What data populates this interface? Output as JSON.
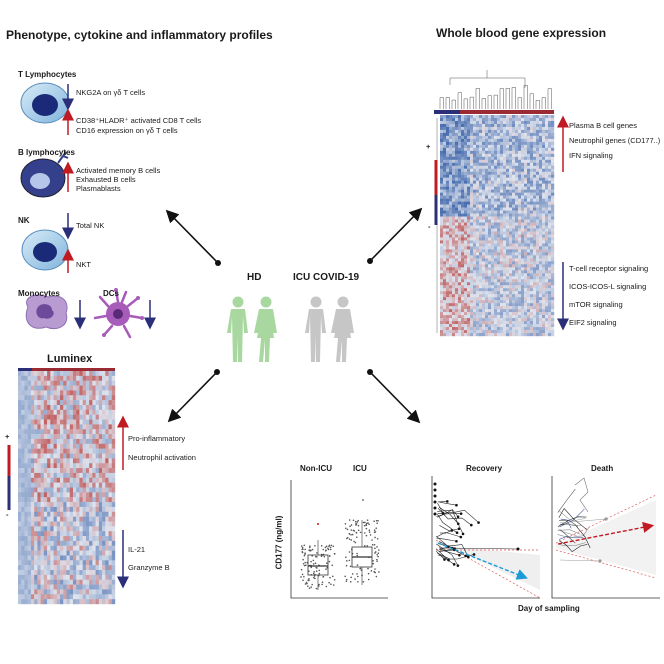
{
  "left_title": "Phenotype, cytokine and inflammatory profiles",
  "right_title": "Whole blood gene expression",
  "t_cells": {
    "heading": "T Lymphocytes",
    "down": [
      "NKG2A on γδ T cells"
    ],
    "up": [
      "CD38⁺HLADR⁺ activated CD8 T cells",
      "CD16 expression on γδ T cells"
    ]
  },
  "b_cells": {
    "heading": "B lymphocytes",
    "up": [
      "Activated memory B cells",
      "Exhausted B cells",
      "Plasmablasts"
    ]
  },
  "nk": {
    "heading": "NK",
    "down": [
      "Total NK"
    ],
    "up": [
      "NKT"
    ]
  },
  "monocytes": {
    "heading": "Monocytes"
  },
  "dcs": {
    "heading": "DCs"
  },
  "center": {
    "hd_label": "HD",
    "icu_label": "ICU COVID-19"
  },
  "luminex": {
    "title": "Luminex",
    "plus": "+",
    "minus": "-",
    "up": [
      "Pro-inflammatory",
      "Neutrophil activation"
    ],
    "down": [
      "IL-21",
      "Granzyme B"
    ]
  },
  "gene_expression": {
    "plus": "+",
    "minus": "-",
    "up": [
      "Plasma B cell genes",
      "Neutrophil genes (CD177..)",
      "IFN signaling"
    ],
    "down": [
      "T-cell receptor signaling",
      "ICOS-ICOS-L signaling",
      "mTOR signaling",
      "EIF2 signaling"
    ]
  },
  "cd177": {
    "ylabel": "CD177 (ng/ml)",
    "groups": [
      "Non-ICU",
      "ICU"
    ],
    "panels": [
      "Recovery",
      "Death"
    ],
    "xlabel": "Day of sampling"
  },
  "colors": {
    "up": "#c01a22",
    "down": "#2b2f78",
    "hd": "#a8d8a0",
    "icu": "#c6c6c6",
    "heat_low": "#4a6fb0",
    "heat_mid": "#dfe4ee",
    "heat_high": "#b5312e"
  }
}
